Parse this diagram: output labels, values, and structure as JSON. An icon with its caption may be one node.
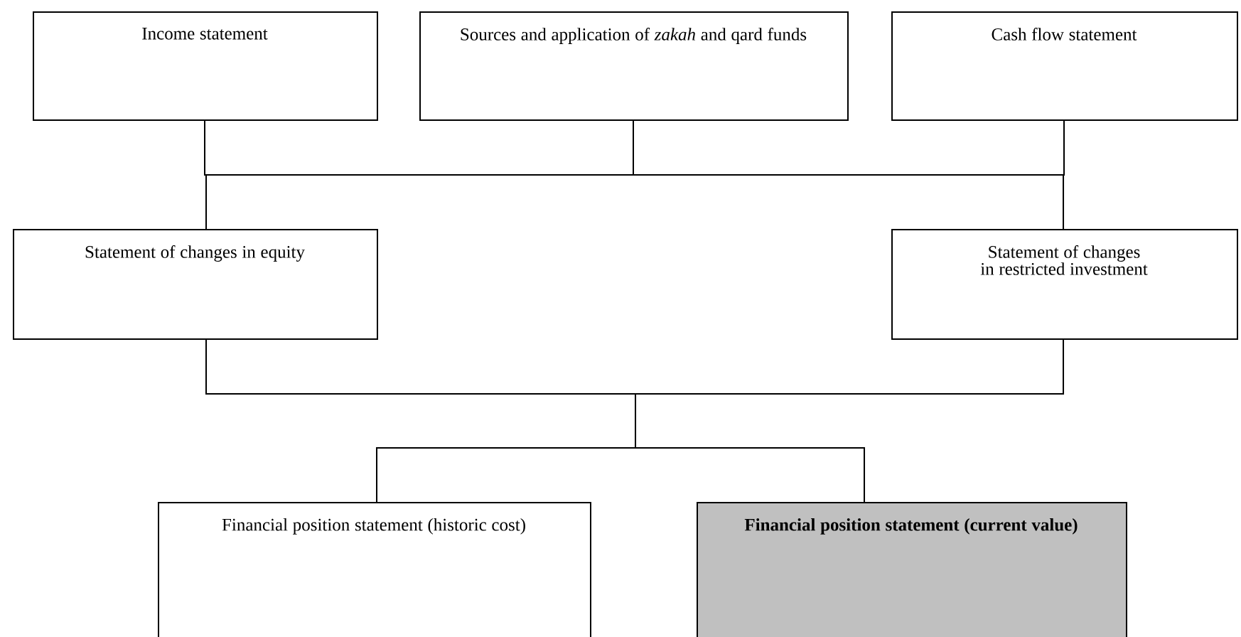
{
  "diagram": {
    "nodes": [
      {
        "text": [
          "Income statement"
        ]
      },
      {
        "text": [
          "Sources and application of *zakah* and qard funds"
        ]
      },
      {
        "text": [
          "Cash flow statement"
        ]
      },
      {
        "text": [
          "Statement of changes in equity"
        ]
      },
      {
        "text": [
          "Statement of changes in restricted investment"
        ]
      },
      {
        "text": [
          "Financial position statement (historic cost)"
        ]
      },
      {
        "text": [
          "Financial position statement (current value)"
        ]
      }
    ],
    "edges": [
      {
        "from": 0,
        "to": 3,
        "arrow": "none"
      },
      {
        "from": 0,
        "to": 4,
        "arrow": "none"
      },
      {
        "from": 1,
        "to": 3,
        "arrow": "none"
      },
      {
        "from": 1,
        "to": 4,
        "arrow": "none"
      },
      {
        "from": 2,
        "to": 3,
        "arrow": "none"
      },
      {
        "from": 2,
        "to": 4,
        "arrow": "none"
      },
      {
        "from": 3,
        "to": 5,
        "arrow": "none"
      },
      {
        "from": 3,
        "to": 6,
        "arrow": "none"
      },
      {
        "from": 4,
        "to": 5,
        "arrow": "none"
      },
      {
        "from": 4,
        "to": 6,
        "arrow": "none"
      }
    ]
  }
}
